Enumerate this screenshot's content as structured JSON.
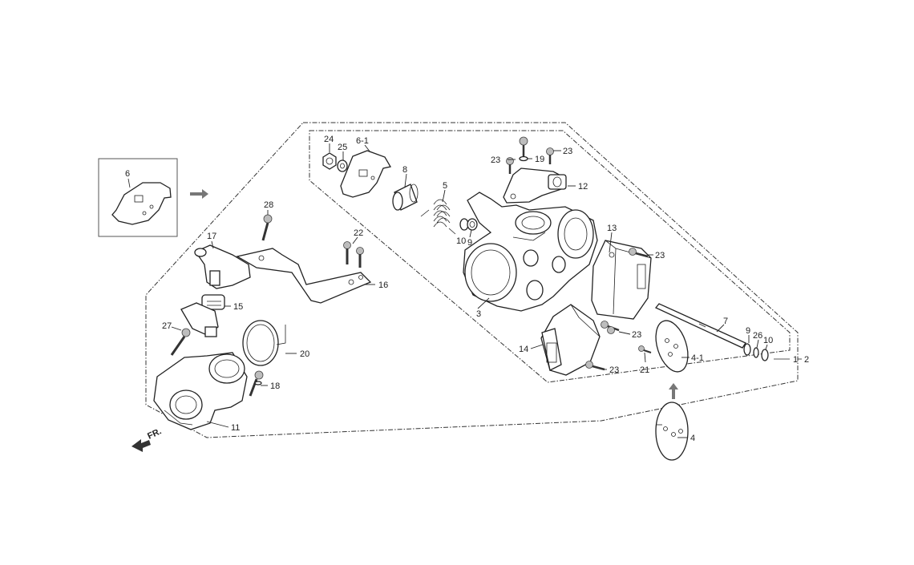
{
  "front_marker": "FR.",
  "callouts": [
    {
      "id": "c6",
      "text": "6"
    },
    {
      "id": "c24",
      "text": "24"
    },
    {
      "id": "c25",
      "text": "25"
    },
    {
      "id": "c6_1",
      "text": "6-1"
    },
    {
      "id": "c8",
      "text": "8"
    },
    {
      "id": "c5",
      "text": "5"
    },
    {
      "id": "c10a",
      "text": "10"
    },
    {
      "id": "c9a",
      "text": "9"
    },
    {
      "id": "c23a",
      "text": "23"
    },
    {
      "id": "c19",
      "text": "19"
    },
    {
      "id": "c23b",
      "text": "23"
    },
    {
      "id": "c12",
      "text": "12"
    },
    {
      "id": "c28",
      "text": "28"
    },
    {
      "id": "c17",
      "text": "17"
    },
    {
      "id": "c22",
      "text": "22"
    },
    {
      "id": "c16",
      "text": "16"
    },
    {
      "id": "c15",
      "text": "15"
    },
    {
      "id": "c27",
      "text": "27"
    },
    {
      "id": "c20",
      "text": "20"
    },
    {
      "id": "c18",
      "text": "18"
    },
    {
      "id": "c11",
      "text": "11"
    },
    {
      "id": "c3",
      "text": "3"
    },
    {
      "id": "c13",
      "text": "13"
    },
    {
      "id": "c23c",
      "text": "23"
    },
    {
      "id": "c23d",
      "text": "23"
    },
    {
      "id": "c14",
      "text": "14"
    },
    {
      "id": "c23e",
      "text": "23"
    },
    {
      "id": "c7",
      "text": "7"
    },
    {
      "id": "c21",
      "text": "21"
    },
    {
      "id": "c4_1",
      "text": "4-1"
    },
    {
      "id": "c9b",
      "text": "9"
    },
    {
      "id": "c26",
      "text": "26"
    },
    {
      "id": "c10b",
      "text": "10"
    },
    {
      "id": "c1",
      "text": "1"
    },
    {
      "id": "c2",
      "text": "2"
    },
    {
      "id": "c4",
      "text": "4"
    }
  ]
}
